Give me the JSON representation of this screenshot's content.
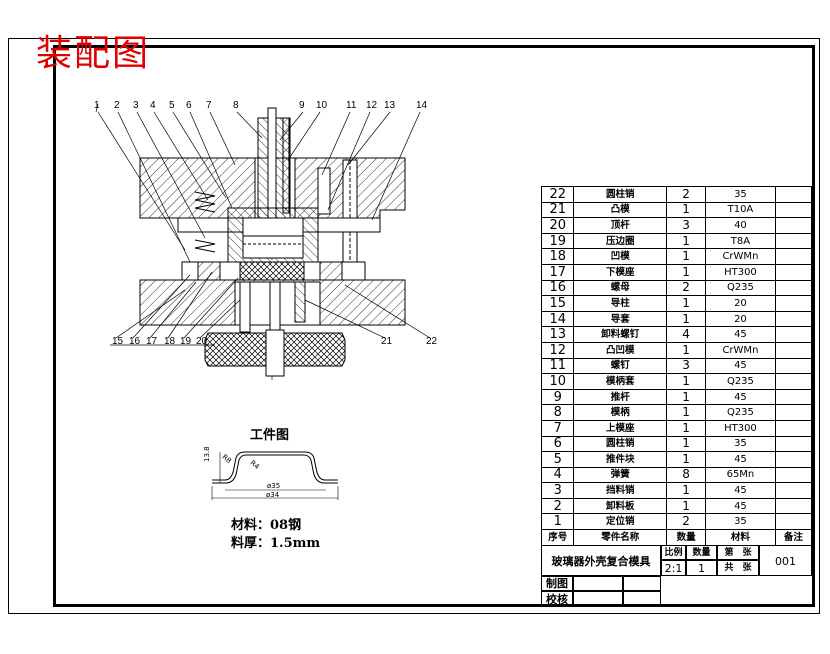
{
  "title": "装配图",
  "part_numbers_top": [
    "1",
    "2",
    "3",
    "4",
    "5",
    "6",
    "7",
    "8",
    "9",
    "10",
    "11",
    "12",
    "13",
    "14"
  ],
  "part_numbers_bottom_left": [
    "15",
    "16",
    "17",
    "18",
    "19",
    "20"
  ],
  "part_numbers_bottom_right": [
    "21",
    "22"
  ],
  "workpiece": {
    "title": "工件图",
    "dim_width": "ø34",
    "dim_inner": "ø35",
    "dim_height": "13.8",
    "dim_r1": "R8",
    "dim_r2": "R4",
    "material": "材料：08钢",
    "thickness": "料厚：1.5mm"
  },
  "bom": {
    "rows": [
      {
        "no": "22",
        "name": "圆柱销",
        "qty": "2",
        "mat": "35",
        "note": ""
      },
      {
        "no": "21",
        "name": "凸模",
        "qty": "1",
        "mat": "T10A",
        "note": ""
      },
      {
        "no": "20",
        "name": "顶杆",
        "qty": "3",
        "mat": "40",
        "note": ""
      },
      {
        "no": "19",
        "name": "压边圈",
        "qty": "1",
        "mat": "T8A",
        "note": ""
      },
      {
        "no": "18",
        "name": "凹模",
        "qty": "1",
        "mat": "CrWMn",
        "note": ""
      },
      {
        "no": "17",
        "name": "下模座",
        "qty": "1",
        "mat": "HT300",
        "note": ""
      },
      {
        "no": "16",
        "name": "螺母",
        "qty": "2",
        "mat": "Q235",
        "note": ""
      },
      {
        "no": "15",
        "name": "导柱",
        "qty": "1",
        "mat": "20",
        "note": ""
      },
      {
        "no": "14",
        "name": "导套",
        "qty": "1",
        "mat": "20",
        "note": ""
      },
      {
        "no": "13",
        "name": "卸料螺钉",
        "qty": "4",
        "mat": "45",
        "note": ""
      },
      {
        "no": "12",
        "name": "凸凹模",
        "qty": "1",
        "mat": "CrWMn",
        "note": ""
      },
      {
        "no": "11",
        "name": "螺钉",
        "qty": "3",
        "mat": "45",
        "note": ""
      },
      {
        "no": "10",
        "name": "模柄套",
        "qty": "1",
        "mat": "Q235",
        "note": ""
      },
      {
        "no": "9",
        "name": "推杆",
        "qty": "1",
        "mat": "45",
        "note": ""
      },
      {
        "no": "8",
        "name": "模柄",
        "qty": "1",
        "mat": "Q235",
        "note": ""
      },
      {
        "no": "7",
        "name": "上模座",
        "qty": "1",
        "mat": "HT300",
        "note": ""
      },
      {
        "no": "6",
        "name": "圆柱销",
        "qty": "1",
        "mat": "35",
        "note": ""
      },
      {
        "no": "5",
        "name": "推件块",
        "qty": "1",
        "mat": "45",
        "note": ""
      },
      {
        "no": "4",
        "name": "弹簧",
        "qty": "8",
        "mat": "65Mn",
        "note": ""
      },
      {
        "no": "3",
        "name": "挡料销",
        "qty": "1",
        "mat": "45",
        "note": ""
      },
      {
        "no": "2",
        "name": "卸料板",
        "qty": "1",
        "mat": "45",
        "note": ""
      },
      {
        "no": "1",
        "name": "定位销",
        "qty": "2",
        "mat": "35",
        "note": ""
      }
    ],
    "header": {
      "no": "序号",
      "name": "零件名称",
      "qty": "数量",
      "mat": "材料",
      "note": "备注"
    }
  },
  "title_block": {
    "name": "玻璃器外壳复合模具",
    "scale_label": "比例",
    "scale": "2:1",
    "qty_label": "数量",
    "qty": "1",
    "sheet_label": "第　张",
    "total_label": "共　张",
    "drawing_no": "001",
    "drawn_by": "制图",
    "checked_by": "校核"
  }
}
